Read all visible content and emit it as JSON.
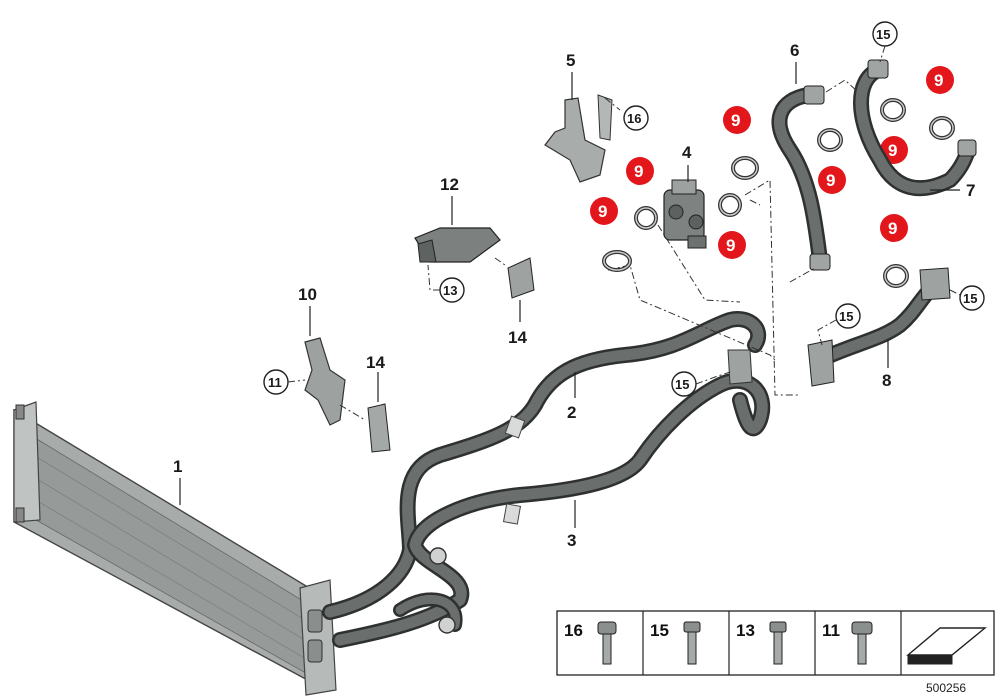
{
  "diagram_id": "500256",
  "callouts": {
    "c1": "1",
    "c2": "2",
    "c3": "3",
    "c4": "4",
    "c5": "5",
    "c6": "6",
    "c7": "7",
    "c8": "8",
    "c10": "10",
    "c12": "12",
    "c14a": "14",
    "c14b": "14",
    "c11": "11",
    "c13": "13",
    "c15a": "15",
    "c15b": "15",
    "c15c": "15",
    "c15d": "15",
    "c16": "16",
    "r9a": "9",
    "r9b": "9",
    "r9c": "9",
    "r9d": "9",
    "r9e": "9",
    "r9f": "9",
    "r9g": "9",
    "r9h": "9"
  },
  "legend": {
    "l16": "16",
    "l15": "15",
    "l13": "13",
    "l11": "11"
  },
  "colors": {
    "highlight": "#e3161b",
    "hose": "#5f6361",
    "hose_edge": "#2e3130",
    "part": "#8b8f8d"
  }
}
